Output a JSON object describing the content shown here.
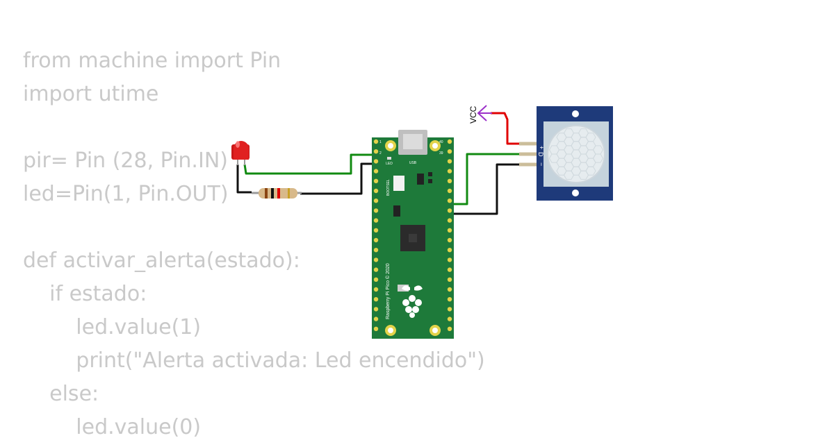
{
  "code": {
    "lines": [
      "from machine import Pin",
      "import utime",
      "",
      "pir= Pin (28, Pin.IN)",
      "led=Pin(1, Pin.OUT)",
      "",
      "def activar_alerta(estado):",
      "    if estado:",
      "        led.value(1)",
      "        print(\"Alerta activada: Led encendido\")",
      "    else:",
      "        led.value(0)"
    ]
  },
  "board": {
    "labels": {
      "usb": "USB",
      "led": "LED",
      "bootsel": "BOOTSEL",
      "side_text": "Raspberry Pi Pico © 2020",
      "pin1": "1",
      "pin2": "2",
      "pin39": "39",
      "pin40": "40"
    }
  },
  "pir_sensor": {
    "pin_labels": [
      "+",
      "D",
      "−"
    ]
  },
  "power": {
    "vcc_label": "VCC"
  },
  "colors": {
    "board_green": "#1e7a3a",
    "pcb_dark": "#0f5a2a",
    "pad_gold": "#e3d34a",
    "wire_green": "#118a11",
    "wire_black": "#111111",
    "wire_red": "#e00000",
    "vcc_purple": "#9b2fc9",
    "sensor_blue": "#1e3a7a",
    "led_red": "#e02020",
    "code_gray": "#c9c9c9"
  }
}
